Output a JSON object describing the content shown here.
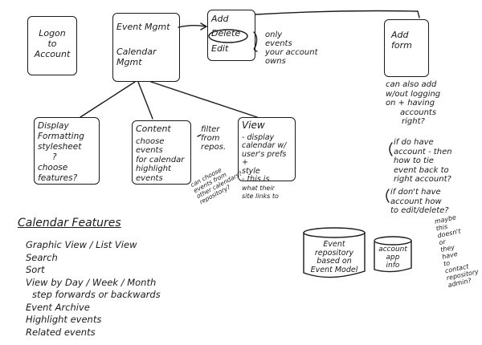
{
  "boxes": {
    "logon": [
      "Logon",
      "to",
      "Account"
    ],
    "event_mgmt": "Event Mgmt",
    "calendar_mgmt": "Calendar Mgmt",
    "add": "Add",
    "delete": "Delete",
    "edit": "Edit",
    "only_note": [
      "only",
      "events",
      "your account",
      "owns"
    ],
    "add_form": [
      "Add",
      "form"
    ],
    "display": [
      "Display",
      "Formatting",
      "stylesheet",
      "?",
      "choose features?"
    ],
    "content": [
      "Content",
      "choose",
      "events",
      "for calendar",
      "highlight",
      "events"
    ],
    "filter_note": [
      "filter",
      "from",
      "repos."
    ],
    "content_note": [
      "can choose",
      "events from",
      "other calendars?",
      "repository?"
    ],
    "view": [
      "View",
      "- display",
      "calendar w/",
      "user's prefs +",
      "style",
      "- this is",
      "what",
      "their",
      "site links",
      "to"
    ],
    "event_repository": [
      "Event",
      "repository",
      "based on",
      "Event Model"
    ],
    "account_app": [
      "account",
      "app",
      "info"
    ]
  },
  "right_notes": {
    "note1": [
      "can also add",
      "w/out logging",
      "on + having",
      "accounts",
      "right?"
    ],
    "note2": [
      "if do have",
      "account - then",
      "how to tie",
      "event back to",
      "right account?"
    ],
    "note3": [
      "if don't have",
      "account how",
      "to edit/delete?"
    ],
    "note4": [
      "maybe",
      "this",
      "doesn't",
      "or",
      "they",
      "have",
      "to",
      "contact",
      "repository",
      "admin?"
    ]
  },
  "features": {
    "title": "Calendar Features",
    "items": [
      "Graphic View / List View",
      "Search",
      "Sort",
      "View by Day / Week / Month",
      "step forwards or backwards",
      "Event Archive",
      "Highlight events",
      "Related events"
    ]
  },
  "colors": {
    "ink": "#1a1a1a",
    "paper": "#ffffff"
  }
}
